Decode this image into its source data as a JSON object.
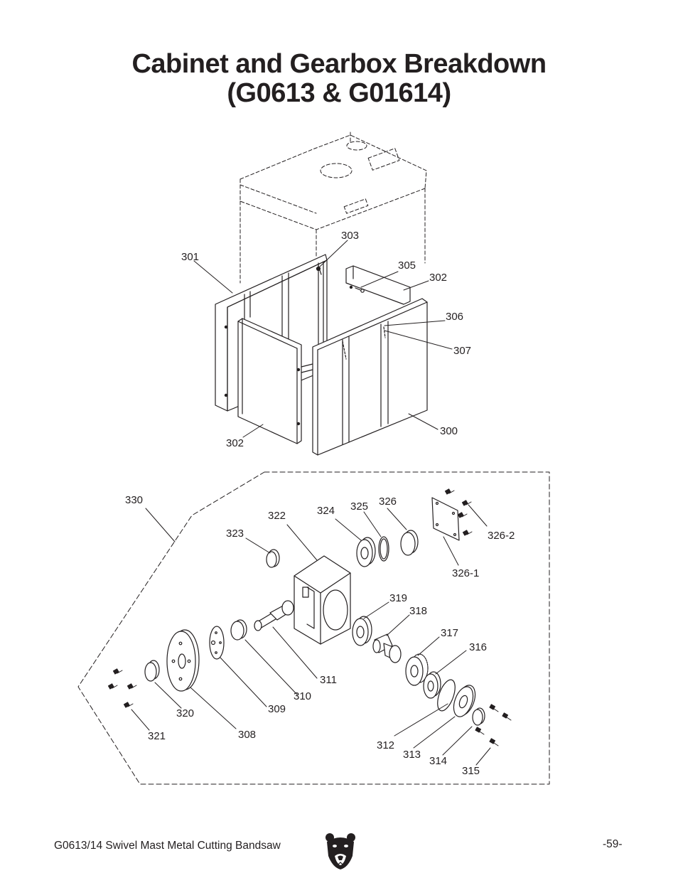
{
  "title": {
    "line1": "Cabinet and Gearbox Breakdown",
    "line2": "(G0613 & G01614)"
  },
  "cabinet_labels": {
    "l300": "300",
    "l301": "301",
    "l302a": "302",
    "l302b": "302",
    "l303": "303",
    "l305": "305",
    "l306": "306",
    "l307": "307"
  },
  "gearbox_labels": {
    "l330": "330",
    "l322": "322",
    "l323": "323",
    "l324": "324",
    "l325": "325",
    "l326": "326",
    "l326_1": "326-1",
    "l326_2": "326-2",
    "l319": "319",
    "l318": "318",
    "l317": "317",
    "l316": "316",
    "l311": "311",
    "l310": "310",
    "l309": "309",
    "l308": "308",
    "l320": "320",
    "l321": "321",
    "l312": "312",
    "l313": "313",
    "l314": "314",
    "l315": "315"
  },
  "footer": {
    "manual": "G0613/14 Swivel Mast Metal Cutting Bandsaw",
    "page": "-59-",
    "logo_icon": "grizzly-bear-logo"
  }
}
